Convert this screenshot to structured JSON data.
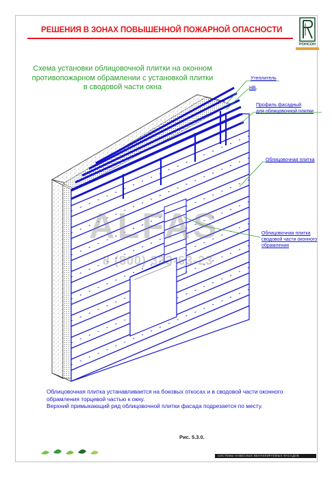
{
  "header": {
    "title": "РЕШЕНИЯ В ЗОНАХ ПОВЫШЕННОЙ ПОЖАРНОЙ ОПАСНОСТИ",
    "logo_text": "РОНСОН"
  },
  "scheme_title": "Схема установки облицовочной плитки на оконном противопожарном обрамлении с установкой плитки в сводовой части окна",
  "callouts": {
    "insulation": "Утеплитель",
    "hv": "НВ",
    "profile_line1": "Профиль фасадный",
    "profile_line2": "для облицовочной плитки",
    "tile": "Облицовочная плитка",
    "arch_line1": "Облицовочная плитка",
    "arch_line2": "сводовой части оконного",
    "arch_line3": "обрамления"
  },
  "caption": {
    "line1": "Облицовочная плитка устанавливается на боковых откосах и в сводовой части оконного",
    "line2": "обрамления торцевой частью к окну.",
    "line3": "Верхний примыкающий ряд облицовочной плитки фасада подрезается по месту."
  },
  "figure_label": "Рис. 5.3.0.",
  "footer_text": "СИСТЕМЫ НАВЕСНЫХ ВЕНТИЛИРУЕМЫХ ФАСАДОВ",
  "watermark": {
    "text": "ALFAS",
    "phone": "8 (800) 333-63-23"
  },
  "colors": {
    "header_red": "#e0141c",
    "title_green": "#2ca02c",
    "drawing_blue": "#1515c8",
    "leader_green": "#2ca02c"
  }
}
